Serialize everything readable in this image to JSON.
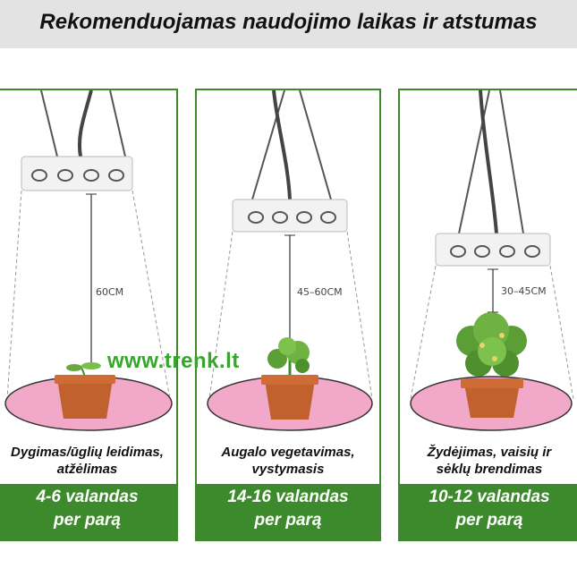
{
  "title": "Rekomenduojamas naudojimo laikas ir atstumas",
  "watermark": "www.trenk.lt",
  "stages": [
    {
      "distance": "60CM",
      "label_line1": "Dygimas/ūglių leidimas,",
      "label_line2": "atžėlimas",
      "hours_line1": "4-6 valandas",
      "hours_line2": "per parą"
    },
    {
      "distance": "45–60CM",
      "label_line1": "Augalo vegetavimas,",
      "label_line2": "vystymasis",
      "hours_line1": "14-16 valandas",
      "hours_line2": "per parą"
    },
    {
      "distance": "30–45CM",
      "label_line1": "Žydėjimas, vaisių ir",
      "label_line2": "sėklų brendimas",
      "hours_line1": "10-12 valandas",
      "hours_line2": "per parą"
    }
  ],
  "colors": {
    "accent_green": "#3d8a2c",
    "light_pink": "#f2a8c8",
    "pot_terracotta": "#c0612e",
    "watermark_green": "#37a62c"
  }
}
